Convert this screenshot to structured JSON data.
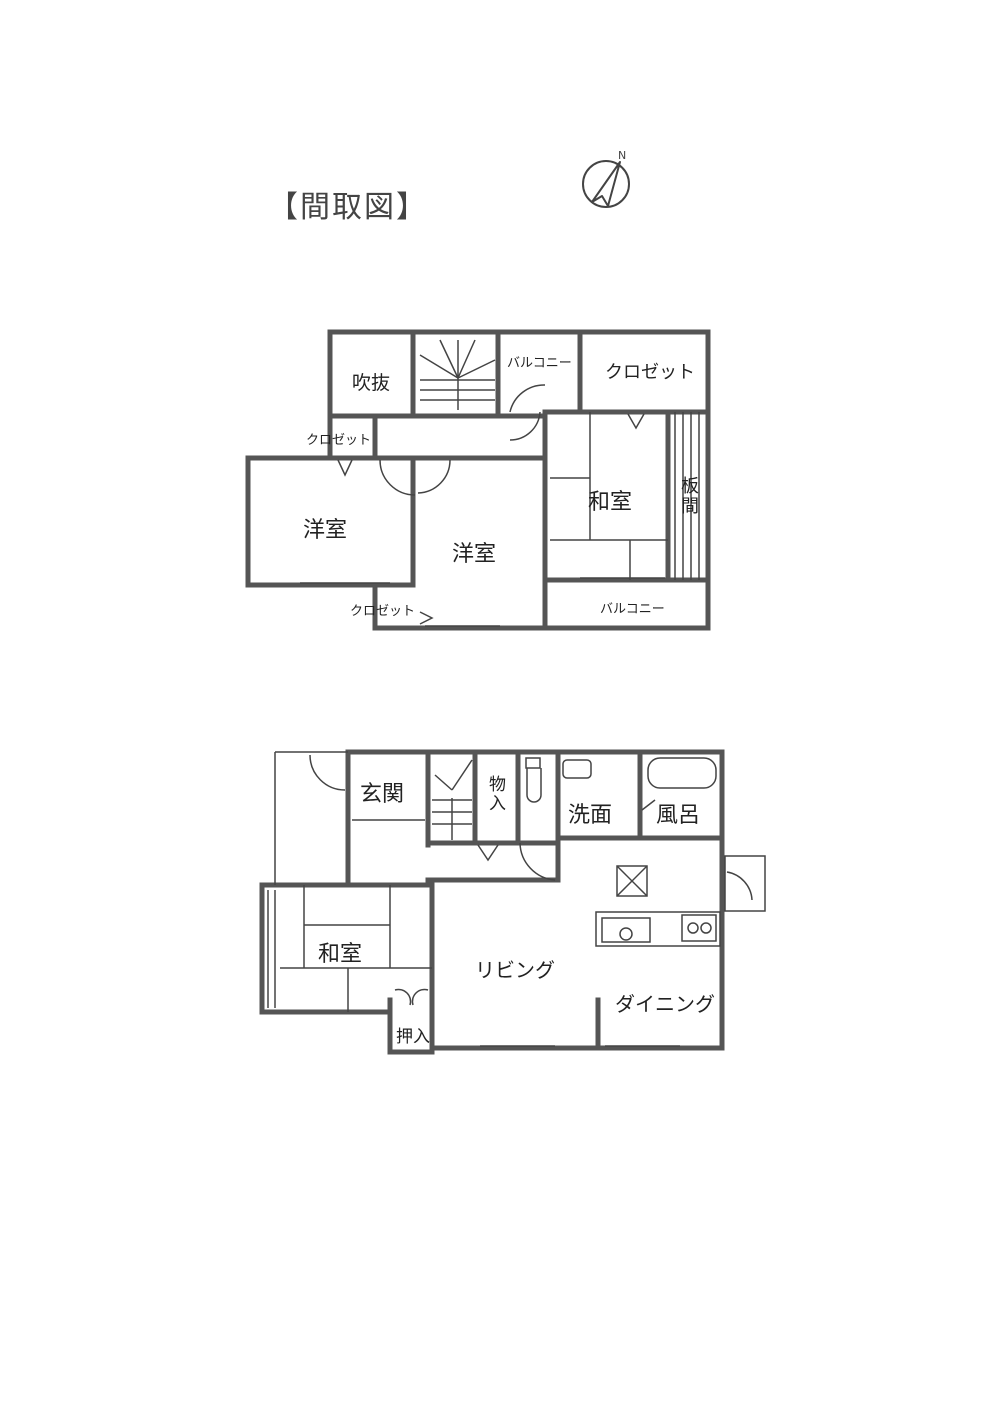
{
  "title": "【間取図】",
  "compass": {
    "icon": "north-arrow-icon",
    "label": "N"
  },
  "floors": [
    {
      "name": "second-floor",
      "rooms": [
        {
          "id": "fukinuke",
          "label": "吹抜"
        },
        {
          "id": "stairs",
          "label": ""
        },
        {
          "id": "balcony-north",
          "label": "バルコニー"
        },
        {
          "id": "closet-ne",
          "label": "クロゼット"
        },
        {
          "id": "closet-w",
          "label": "クロゼット"
        },
        {
          "id": "western-room-1",
          "label": "洋室"
        },
        {
          "id": "western-room-2",
          "label": "洋室"
        },
        {
          "id": "japanese-room",
          "label": "和室"
        },
        {
          "id": "itama",
          "label": "板間"
        },
        {
          "id": "closet-s",
          "label": "クロゼット"
        },
        {
          "id": "balcony-south",
          "label": "バルコニー"
        }
      ]
    },
    {
      "name": "first-floor",
      "rooms": [
        {
          "id": "entrance",
          "label": "玄関"
        },
        {
          "id": "storage",
          "label": "物入"
        },
        {
          "id": "washroom",
          "label": "洗面"
        },
        {
          "id": "bath",
          "label": "風呂"
        },
        {
          "id": "japanese-room",
          "label": "和室"
        },
        {
          "id": "oshiire",
          "label": "押入"
        },
        {
          "id": "living",
          "label": "リビング"
        },
        {
          "id": "dining",
          "label": "ダイニング"
        }
      ]
    }
  ]
}
